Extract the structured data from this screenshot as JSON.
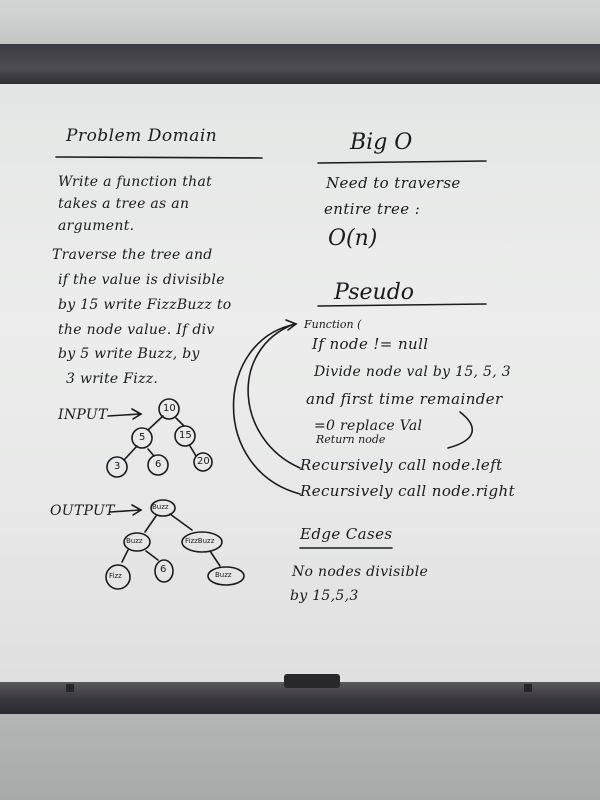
{
  "problem_domain": {
    "title": "Problem Domain",
    "lines": [
      "Write a function that",
      "takes a tree as an",
      "argument.",
      "Traverse the tree and",
      "if the value is divisible",
      "by 15 write FizzBuzz to",
      "the node value. If div",
      "by 5 write Buzz, by",
      "3 write Fizz."
    ]
  },
  "big_o": {
    "title": "Big O",
    "lines": [
      "Need to traverse",
      "entire tree :"
    ],
    "complexity": "O(n)"
  },
  "pseudo": {
    "title": "Pseudo",
    "lines": [
      "Function (",
      "If node != null",
      "Divide node val by 15, 5, 3",
      "and first time remainder",
      "=0 replace Val",
      "Return node",
      "Recursively call node.left",
      "Recursively call node.right"
    ]
  },
  "input_tree": {
    "label": "INPUT",
    "nodes": [
      "10",
      "5",
      "15",
      "3",
      "6",
      "20"
    ]
  },
  "output_tree": {
    "label": "OUTPUT",
    "nodes": [
      "Buzz",
      "Buzz",
      "FizzBuzz",
      "Fizz",
      "6",
      "Buzz"
    ]
  },
  "edge_cases": {
    "title": "Edge Cases",
    "lines": [
      "No nodes divisible",
      "by 15,5,3"
    ]
  }
}
